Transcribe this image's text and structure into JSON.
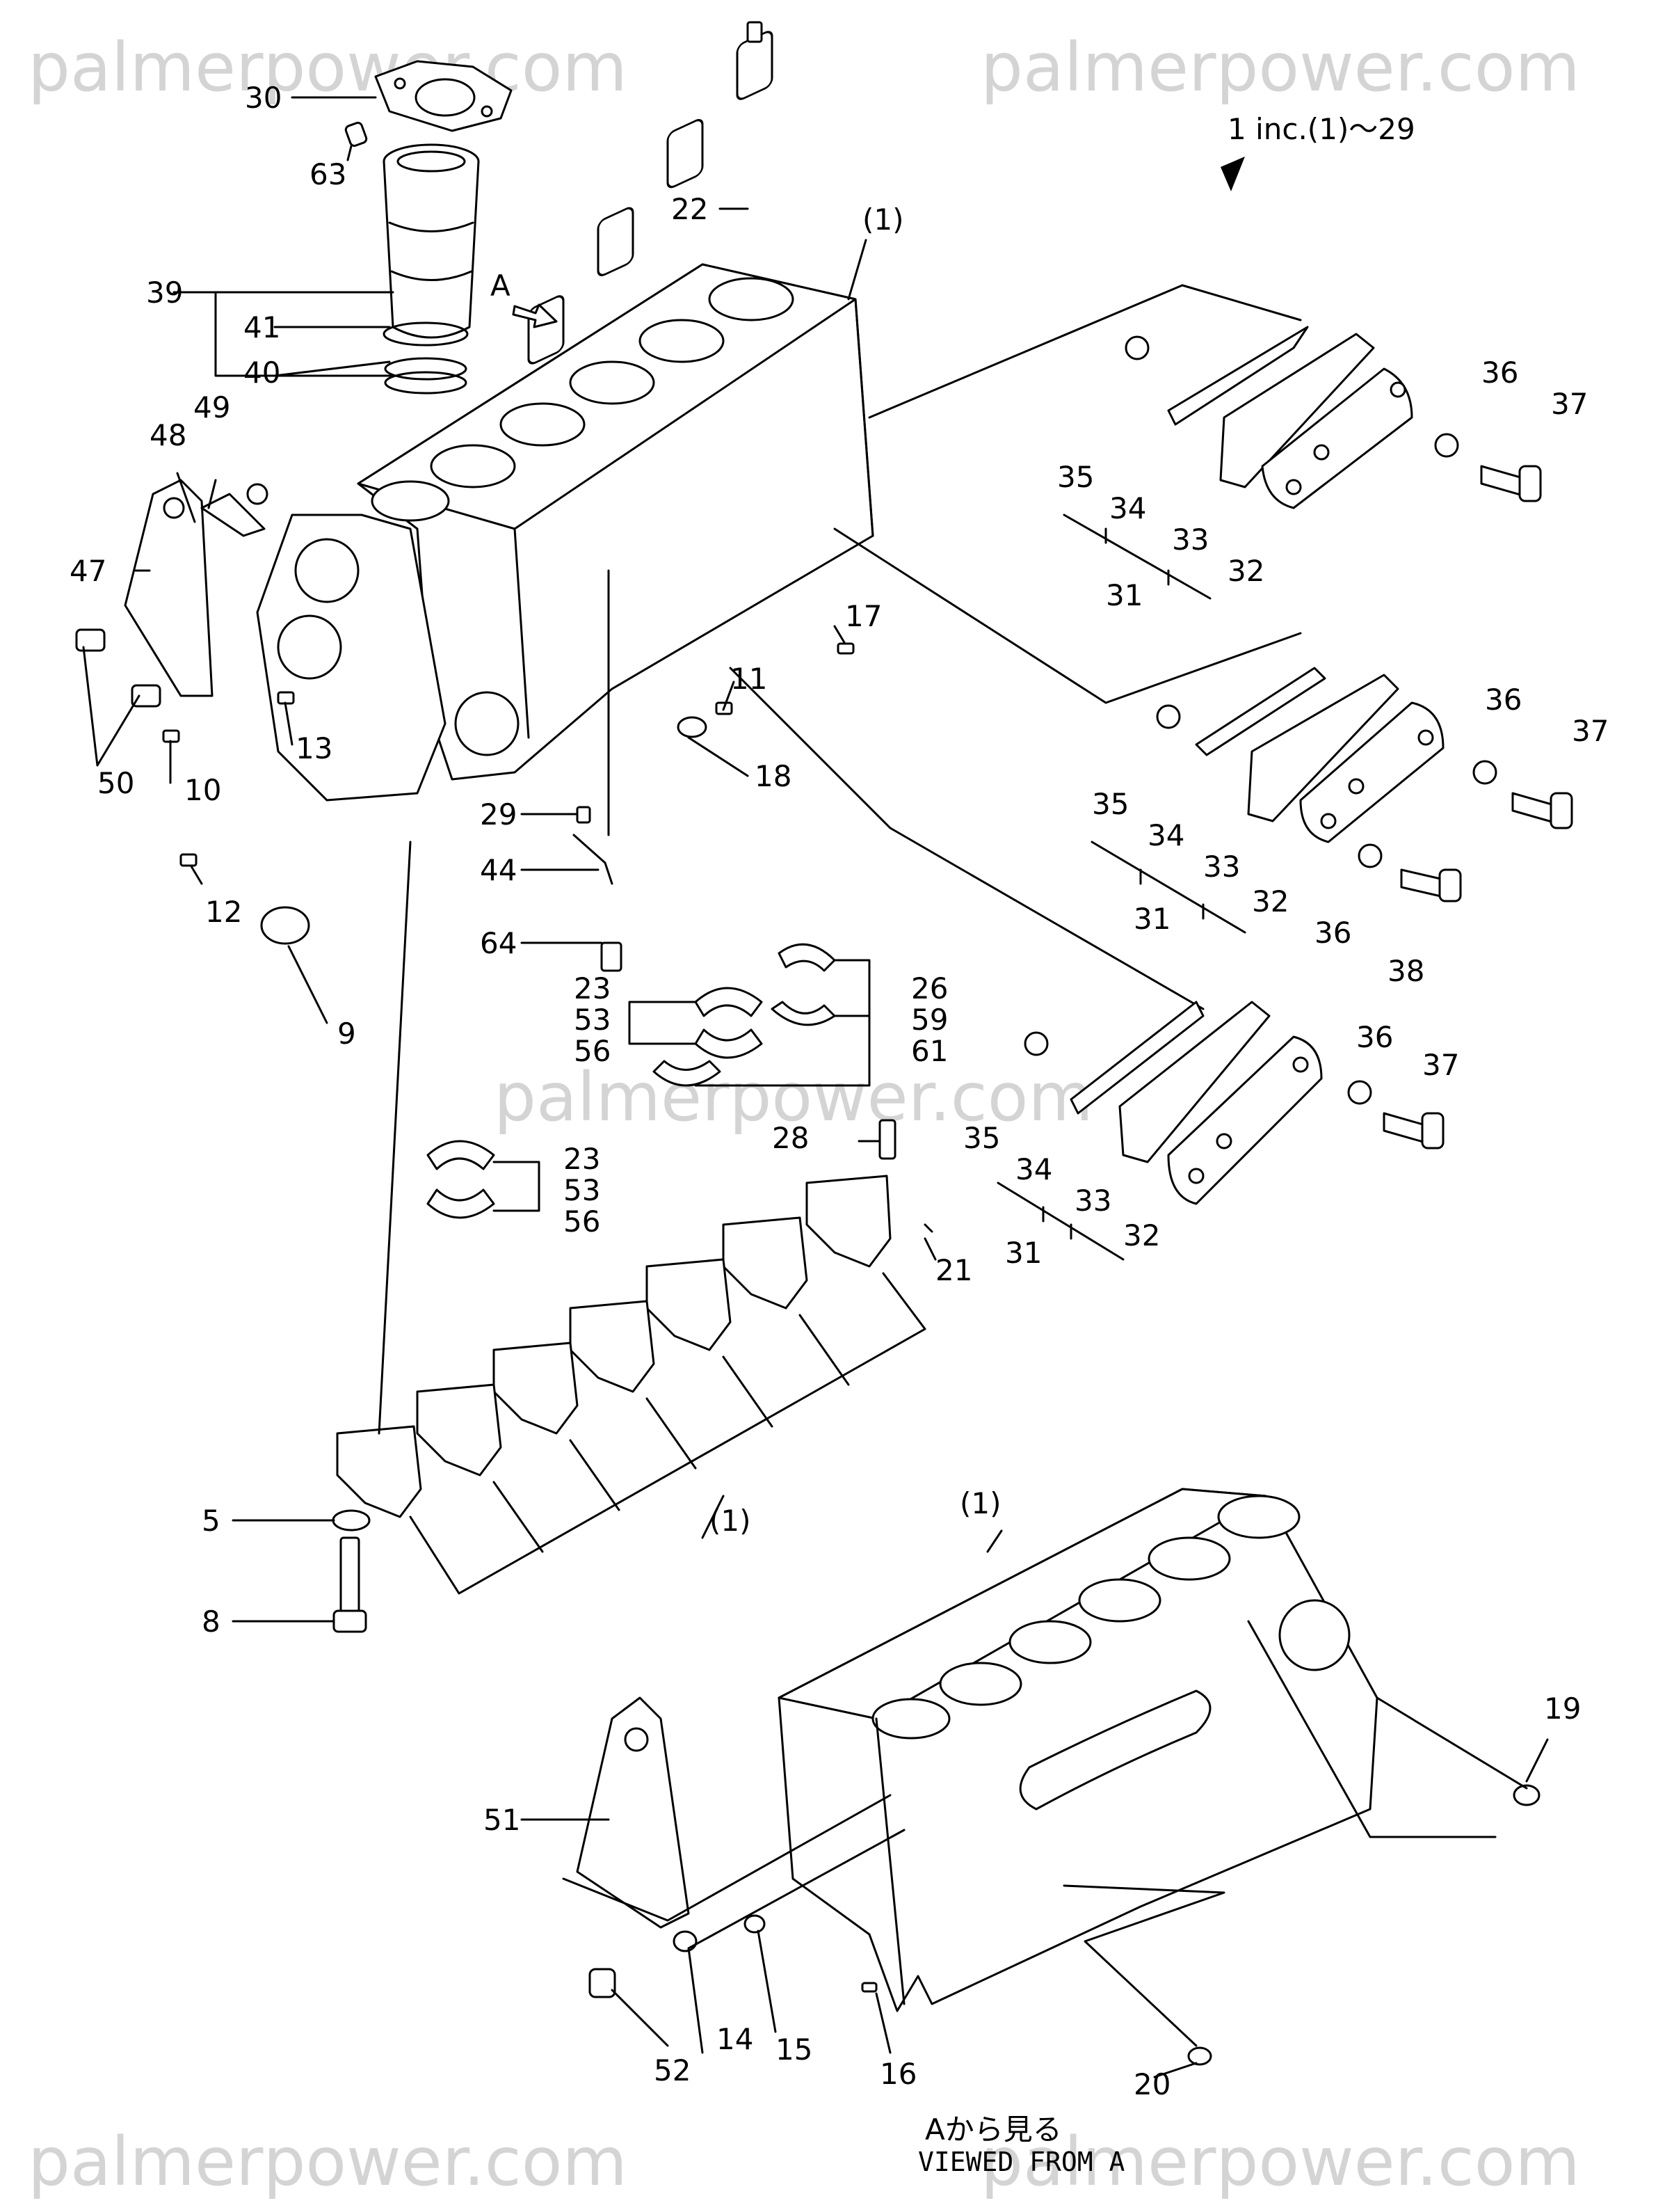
{
  "watermark": {
    "tl": "palmerpower.com",
    "tr": "palmerpower.com",
    "center": "palmerpower.com",
    "bl": "palmerpower.com",
    "br": "palmerpower.com"
  },
  "header": {
    "includes_note": "1 inc.(1)～29",
    "view_marker": "A"
  },
  "callouts": {
    "c30": "30",
    "c63": "63",
    "c39": "39",
    "c41": "41",
    "c40": "40",
    "c22": "22",
    "c1_top": "(1)",
    "c49": "49",
    "c48": "48",
    "c47": "47",
    "c50": "50",
    "c10": "10",
    "c13": "13",
    "c12": "12",
    "c9": "9",
    "c11": "11",
    "c17": "17",
    "c18": "18",
    "c29": "29",
    "c44": "44",
    "c64": "64",
    "c35a": "35",
    "c34a": "34",
    "c33a": "33",
    "c32a": "32",
    "c31a": "31",
    "c36a": "36",
    "c37a": "37",
    "c35b": "35",
    "c34b": "34",
    "c33b": "33",
    "c32b": "32",
    "c31b": "31",
    "c36b": "36",
    "c37b": "37",
    "c36c": "36",
    "c38": "38",
    "c35c": "35",
    "c34c": "34",
    "c33c": "33",
    "c32c": "32",
    "c31c": "31",
    "c36d": "36",
    "c37c": "37",
    "c23a": "23",
    "c53a": "53",
    "c56a": "56",
    "c26": "26",
    "c59": "59",
    "c61": "61",
    "c28": "28",
    "c21": "21",
    "c23b": "23",
    "c53b": "53",
    "c56b": "56",
    "c5": "5",
    "c8": "8",
    "c1_mid": "(1)",
    "c1_bot": "(1)",
    "c19": "19",
    "c51": "51",
    "c52": "52",
    "c14": "14",
    "c15": "15",
    "c16": "16",
    "c20": "20"
  },
  "footer": {
    "view_jp": "Aから見る",
    "view_en": "VIEWED FROM A"
  }
}
